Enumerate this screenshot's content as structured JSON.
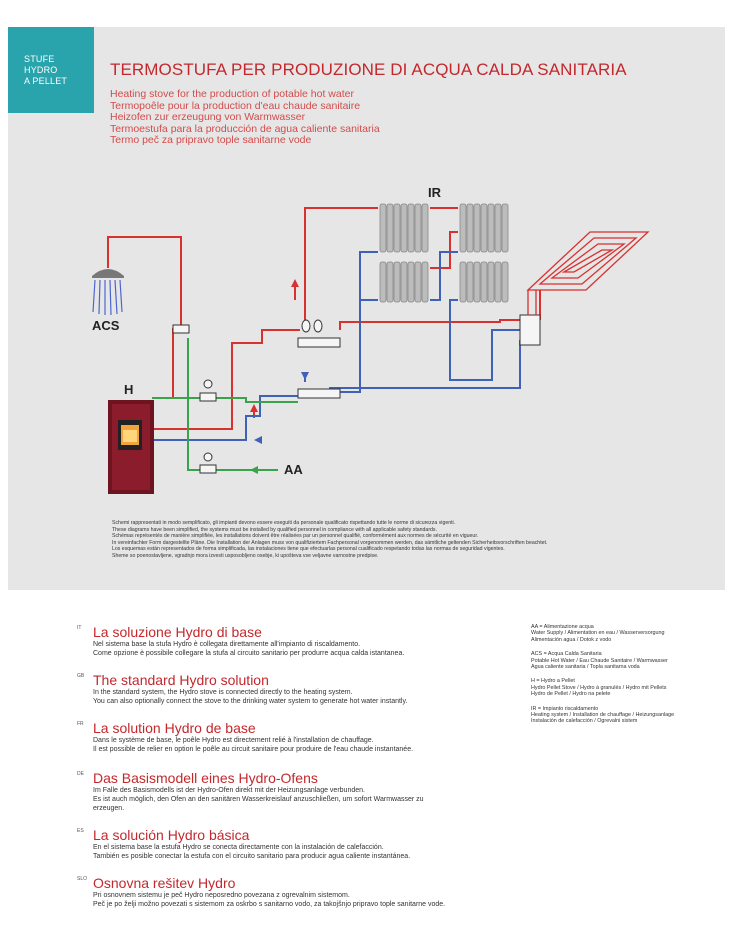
{
  "tag": {
    "lines": [
      "STUFE",
      "HYDRO",
      "A PELLET"
    ]
  },
  "title": "TERMOSTUFA PER PRODUZIONE DI ACQUA CALDA SANITARIA",
  "subtitles": [
    "Heating stove for the production of potable hot water",
    "Termopoêle pour la production d'eau chaude sanitaire",
    "Heizofen zur erzeugung von Warmwasser",
    "Termoestufa para la producción de agua caliente sanitaria",
    "Termo peč za pripravo tople sanitarne vode"
  ],
  "diagram": {
    "labels": {
      "ir": "IR",
      "acs": "ACS",
      "h": "H",
      "aa": "AA"
    },
    "colors": {
      "hot": "#d8312f",
      "cold": "#3f61b6",
      "supply": "#3aa24b",
      "stove": "#6e1320"
    }
  },
  "disclaimer": [
    "Schemi rappresentati in modo semplificato, gli impianti devono essere eseguiti da personale qualificato rispettando tutte le norme di sicurezza vigenti.",
    "These diagrams have been simplified, the systems must be installed by qualified personnel in compliance with all applicable safety standards.",
    "Schémas représentés de manière simplifiée, les installations doivent être réalisées par un personnel qualifié, conformément aux normes de sécurité en vigueur.",
    "In vereinfachter Form dargestellte Pläne. Die Installation der Anlagen muss von qualifiziertem Fachpersonal vorgenommen werden, das sämtliche geltenden Sicherheitsvorschriften beachtet.",
    "Los esquemas están representados de forma simplificada, las instalaciones tiene que efectuarlas personal cualificado respetando todas las normas de seguridad vigentes.",
    "Sheme so poenostavljene, vgradnjo mora izvesti usposobljeno osebje, ki upošteva vse veljavne varnostne predpise."
  ],
  "sections": [
    {
      "code": "IT",
      "title": "La soluzione Hydro di base",
      "body": [
        "Nel sistema base la stufa Hydro è collegata direttamente all'impianto di riscaldamento.",
        "Come opzione è possibile collegare la stufa al circuito sanitario per produrre acqua calda istantanea."
      ]
    },
    {
      "code": "GB",
      "title": "The standard Hydro solution",
      "body": [
        "In the standard system, the Hydro stove is connected directly to the heating system.",
        "You can also optionally connect the stove to the drinking water system to generate hot water instantly."
      ]
    },
    {
      "code": "FR",
      "title": "La solution Hydro de base",
      "body": [
        "Dans le système de base, le poêle Hydro est directement relié à l'installation de chauffage.",
        "Il est possible de relier en option le poêle au circuit sanitaire pour produire de l'eau chaude instantanée."
      ]
    },
    {
      "code": "DE",
      "title": "Das Basismodell eines Hydro-Ofens",
      "body": [
        "Im Falle des Basismodells ist der Hydro-Ofen direkt mit der Heizungsanlage verbunden.",
        "Es ist auch möglich, den Ofen an den sanitären Wasserkreislauf anzuschließen, um sofort Warmwasser zu",
        "erzeugen."
      ]
    },
    {
      "code": "ES",
      "title": "La solución Hydro básica",
      "body": [
        "En el sistema base la estufa Hydro se conecta directamente con la instalación de calefacción.",
        "También es posible conectar la estufa con el circuito sanitario para producir agua caliente instantánea."
      ]
    },
    {
      "code": "SLO",
      "title": "Osnovna rešitev Hydro",
      "body": [
        "Pri osnovnem sistemu je peč Hydro neposredno povezana z ogrevalnim sistemom.",
        "Peč je po želji možno povezati s sistemom za oskrbo s sanitarno vodo, za takojšnjo pripravo tople sanitarne vode."
      ]
    }
  ],
  "legend": [
    [
      "AA = Alimentazione acqua",
      "Water Supply / Alimentation en eau / Wasserversorgung",
      "Alimentación agua / Dotok z vodo"
    ],
    [
      "ACS = Acqua Calda Sanitaria",
      "Potable Hot Water / Eau Chaude Sanitaire / Warmwasser",
      "Agua caliente sanitaria / Topla sanitarna voda"
    ],
    [
      "H = Hydro a Pellet",
      "Hydro Pellet Stove / Hydro à granulés / Hydro mit Pellets",
      "Hydro de Pellet / Hydro na pelete"
    ],
    [
      "IR = Impianto riscaldamento",
      "Heating system / Installation de chauffage / Heizungsanlage",
      "Instalación de calefacción / Ogrevalni sistem"
    ]
  ]
}
